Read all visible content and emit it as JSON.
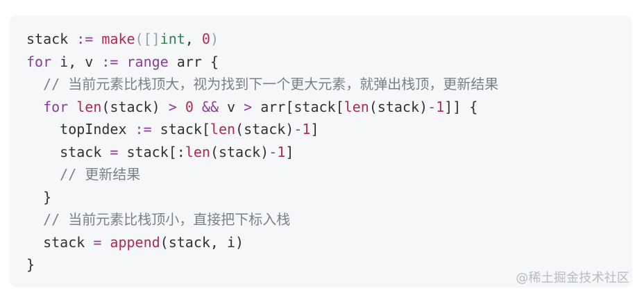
{
  "code": {
    "lines": [
      {
        "tokens": [
          {
            "t": "stack ",
            "c": "plain"
          },
          {
            "t": ":= ",
            "c": "kw"
          },
          {
            "t": "make",
            "c": "fn"
          },
          {
            "t": "([]",
            "c": "paren"
          },
          {
            "t": "int",
            "c": "type"
          },
          {
            "t": ", ",
            "c": "plain"
          },
          {
            "t": "0",
            "c": "num"
          },
          {
            "t": ")",
            "c": "paren"
          }
        ]
      },
      {
        "tokens": [
          {
            "t": "for ",
            "c": "kw"
          },
          {
            "t": "i, v ",
            "c": "plain"
          },
          {
            "t": ":= ",
            "c": "kw"
          },
          {
            "t": "range ",
            "c": "kw"
          },
          {
            "t": "arr {",
            "c": "plain"
          }
        ]
      },
      {
        "tokens": [
          {
            "t": "  // 当前元素比栈顶大，视为找到下一个更大元素，就弹出栈顶，更新结果",
            "c": "cmt"
          }
        ]
      },
      {
        "tokens": [
          {
            "t": "  ",
            "c": "plain"
          },
          {
            "t": "for ",
            "c": "kw"
          },
          {
            "t": "len",
            "c": "fn"
          },
          {
            "t": "(stack) ",
            "c": "plain"
          },
          {
            "t": "> ",
            "c": "kw"
          },
          {
            "t": "0 ",
            "c": "num"
          },
          {
            "t": "&& ",
            "c": "kw"
          },
          {
            "t": "v ",
            "c": "plain"
          },
          {
            "t": "> ",
            "c": "kw"
          },
          {
            "t": "arr[stack[",
            "c": "plain"
          },
          {
            "t": "len",
            "c": "fn"
          },
          {
            "t": "(stack)",
            "c": "plain"
          },
          {
            "t": "-",
            "c": "kw"
          },
          {
            "t": "1",
            "c": "num"
          },
          {
            "t": "]] {",
            "c": "plain"
          }
        ]
      },
      {
        "tokens": [
          {
            "t": "    topIndex ",
            "c": "plain"
          },
          {
            "t": ":= ",
            "c": "kw"
          },
          {
            "t": "stack[",
            "c": "plain"
          },
          {
            "t": "len",
            "c": "fn"
          },
          {
            "t": "(stack)",
            "c": "plain"
          },
          {
            "t": "-",
            "c": "kw"
          },
          {
            "t": "1",
            "c": "num"
          },
          {
            "t": "]",
            "c": "plain"
          }
        ]
      },
      {
        "tokens": [
          {
            "t": "    stack ",
            "c": "plain"
          },
          {
            "t": "= ",
            "c": "kw"
          },
          {
            "t": "stack[:",
            "c": "plain"
          },
          {
            "t": "len",
            "c": "fn"
          },
          {
            "t": "(stack)",
            "c": "plain"
          },
          {
            "t": "-",
            "c": "kw"
          },
          {
            "t": "1",
            "c": "num"
          },
          {
            "t": "]",
            "c": "plain"
          }
        ]
      },
      {
        "tokens": [
          {
            "t": "    // 更新结果",
            "c": "cmt"
          }
        ]
      },
      {
        "tokens": [
          {
            "t": "  }",
            "c": "plain"
          }
        ]
      },
      {
        "tokens": [
          {
            "t": "  // 当前元素比栈顶小，直接把下标入栈",
            "c": "cmt"
          }
        ]
      },
      {
        "tokens": [
          {
            "t": "  stack ",
            "c": "plain"
          },
          {
            "t": "= ",
            "c": "kw"
          },
          {
            "t": "append",
            "c": "fn"
          },
          {
            "t": "(stack, i)",
            "c": "plain"
          }
        ]
      },
      {
        "tokens": [
          {
            "t": "}",
            "c": "plain"
          }
        ]
      }
    ]
  },
  "watermark": {
    "text": "@稀土掘金技术社区"
  }
}
